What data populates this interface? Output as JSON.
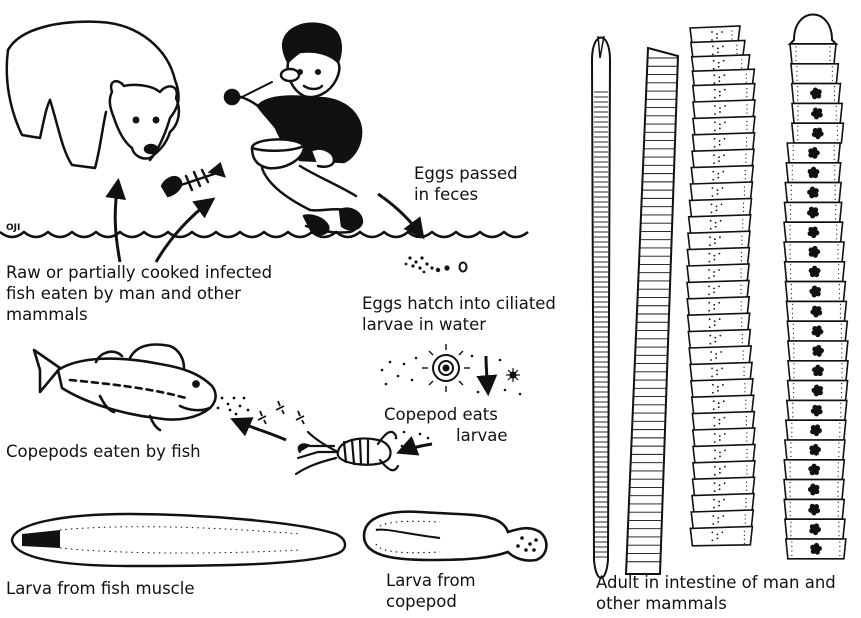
{
  "diagram": {
    "artist_mark": "OJI",
    "labels": {
      "raw_fish": "Raw or partially cooked infected fish eaten by man and other mammals",
      "eggs_passed": "Eggs passed in feces",
      "eggs_hatch": "Eggs hatch into ciliated larvae in water",
      "copepod_eats": "Copepod eats larvae",
      "copepods_eaten": "Copepods eaten by fish",
      "larva_fish_muscle": "Larva from fish muscle",
      "larva_copepod": "Larva from copepod",
      "adult": "Adult in intestine of man and other mammals"
    },
    "lines": {
      "raw_fish": [
        "Raw or partially cooked infected",
        "fish eaten by man and other",
        "mammals"
      ],
      "eggs_passed": [
        "Eggs passed",
        "in feces"
      ],
      "eggs_hatch": [
        "Eggs hatch into ciliated",
        "larvae in water"
      ],
      "copepod_eats": [
        "Copepod eats",
        "larvae"
      ],
      "larva_copepod": [
        "Larva from",
        "copepod"
      ],
      "adult": [
        "Adult in intestine of man and",
        "other mammals"
      ]
    }
  }
}
